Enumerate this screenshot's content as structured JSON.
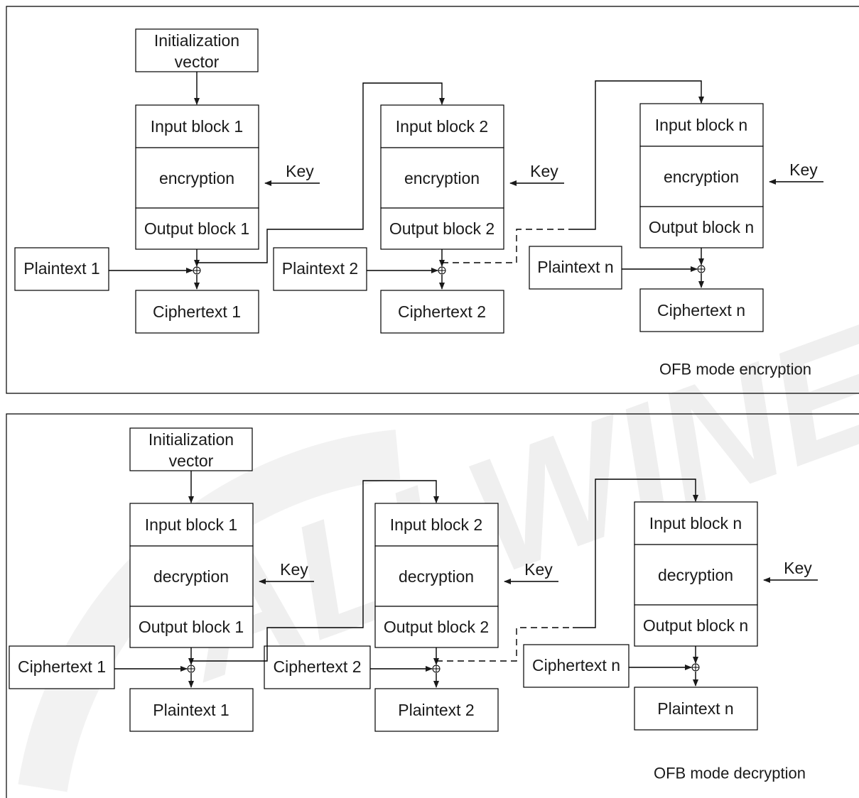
{
  "watermark": "ALLWINER",
  "panels": [
    {
      "caption": "OFB mode encryption",
      "iv": [
        "Initialization",
        "vector"
      ],
      "key": "Key",
      "columns": [
        {
          "input": "Input block 1",
          "op": "encryption",
          "output": "Output block 1",
          "src": "Plaintext 1",
          "dst": "Ciphertext 1"
        },
        {
          "input": "Input block 2",
          "op": "encryption",
          "output": "Output block 2",
          "src": "Plaintext 2",
          "dst": "Ciphertext 2"
        },
        {
          "input": "Input block n",
          "op": "encryption",
          "output": "Output block n",
          "src": "Plaintext n",
          "dst": "Ciphertext n"
        }
      ]
    },
    {
      "caption": "OFB mode decryption",
      "iv": [
        "Initialization",
        "vector"
      ],
      "key": "Key",
      "columns": [
        {
          "input": "Input block 1",
          "op": "decryption",
          "output": "Output block 1",
          "src": "Ciphertext 1",
          "dst": "Plaintext 1"
        },
        {
          "input": "Input block 2",
          "op": "decryption",
          "output": "Output block 2",
          "src": "Ciphertext 2",
          "dst": "Plaintext 2"
        },
        {
          "input": "Input block n",
          "op": "decryption",
          "output": "Output block n",
          "src": "Ciphertext n",
          "dst": "Plaintext n"
        }
      ]
    }
  ]
}
